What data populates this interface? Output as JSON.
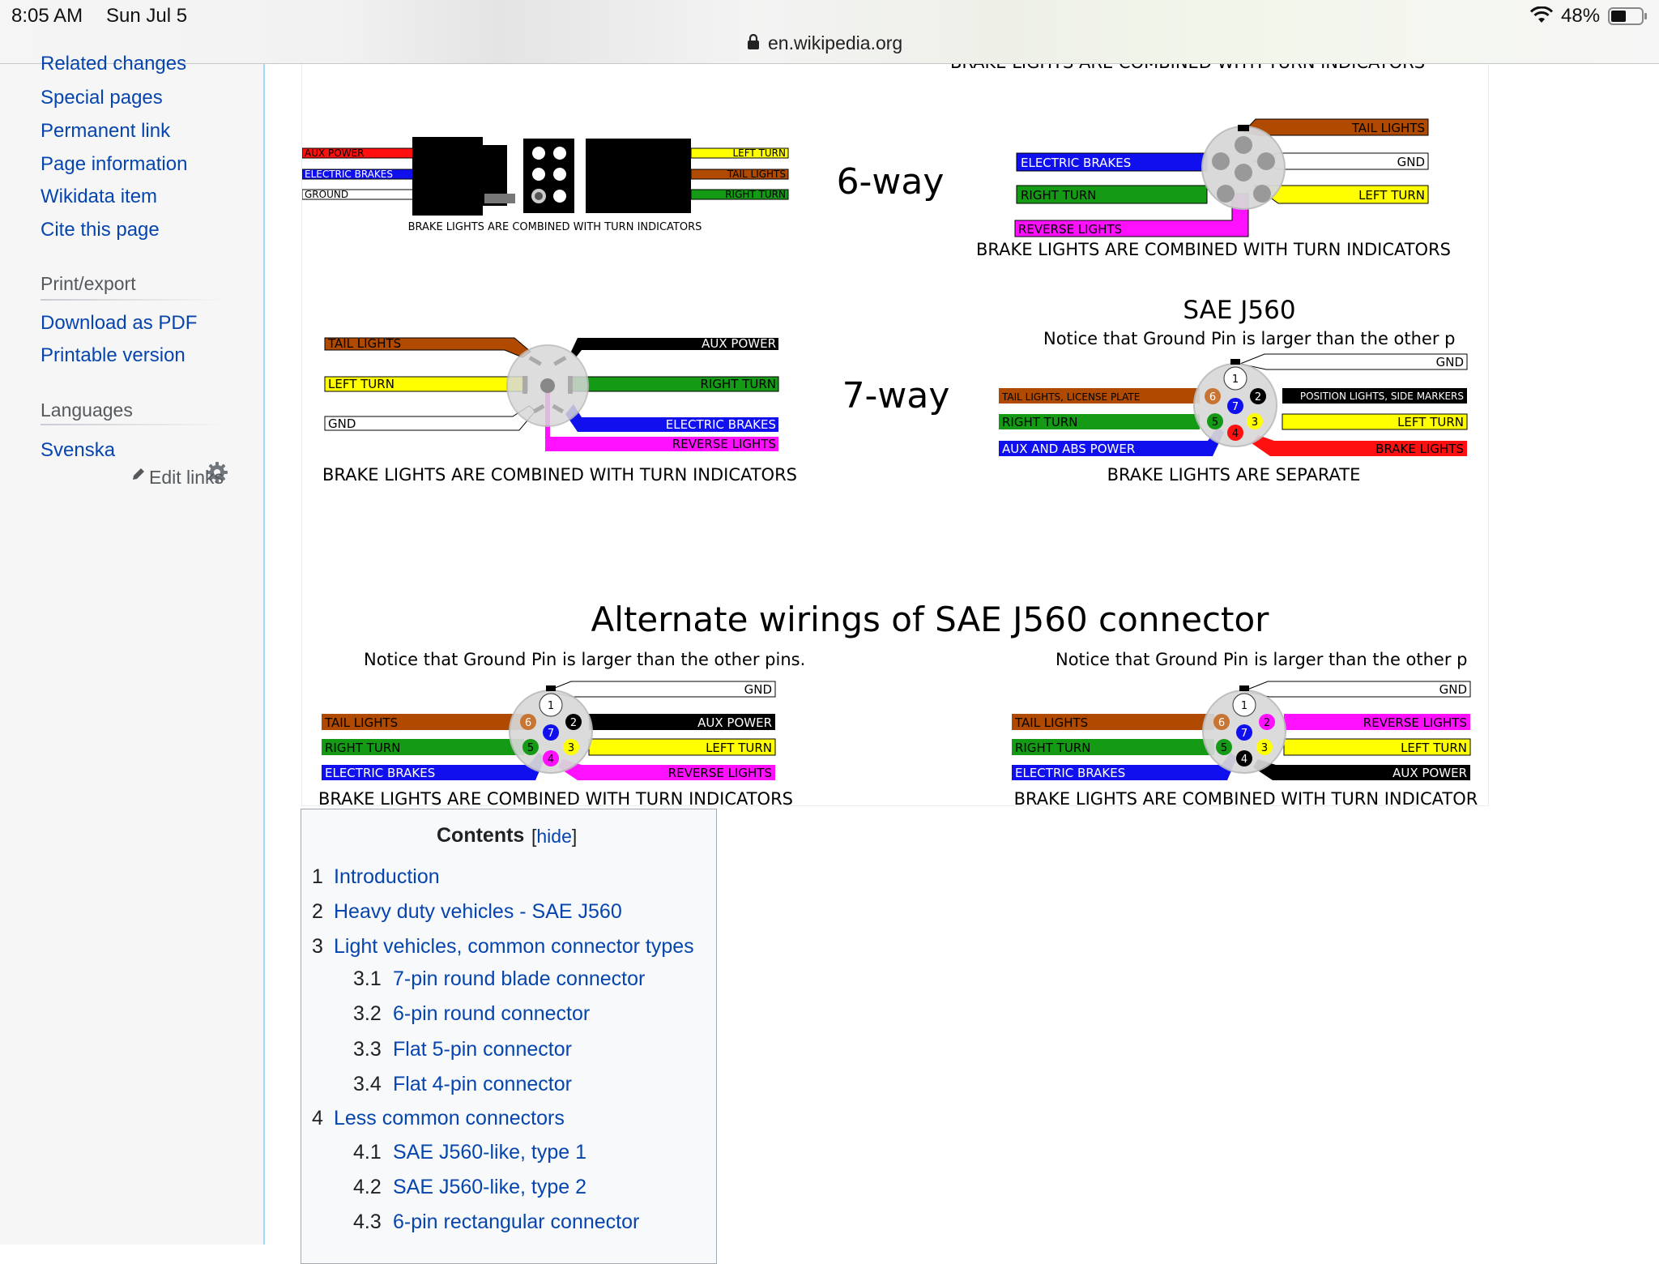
{
  "status_bar": {
    "time": "8:05 AM",
    "date": "Sun Jul 5",
    "url": "en.wikipedia.org",
    "battery": "48%"
  },
  "sidebar": {
    "tools": [
      "Related changes",
      "Special pages",
      "Permanent link",
      "Page information",
      "Wikidata item",
      "Cite this page"
    ],
    "print_heading": "Print/export",
    "print_items": [
      "Download as PDF",
      "Printable version"
    ],
    "languages_heading": "Languages",
    "languages": [
      "Svenska"
    ],
    "edit_links": "Edit links"
  },
  "figure": {
    "top_cut_caption": "BRAKE LIGHTS ARE COMBINED WITH TURN INDICATORS",
    "six_way": {
      "label": "6-way",
      "flat_wires": [
        "AUX POWER",
        "ELECTRIC BRAKES",
        "GROUND",
        "LEFT TURN",
        "TAIL LIGHTS",
        "RIGHT TURN"
      ],
      "flat_caption": "BRAKE LIGHTS ARE COMBINED WITH TURN INDICATORS",
      "round_wires": [
        "TAIL LIGHTS",
        "ELECTRIC BRAKES",
        "GND",
        "RIGHT TURN",
        "LEFT TURN",
        "REVERSE LIGHTS"
      ],
      "round_caption": "BRAKE LIGHTS ARE COMBINED WITH TURN INDICATORS"
    },
    "seven_way": {
      "label": "7-way",
      "blade_wires": [
        "TAIL LIGHTS",
        "AUX POWER",
        "LEFT TURN",
        "RIGHT TURN",
        "GND",
        "ELECTRIC BRAKES",
        "REVERSE LIGHTS"
      ],
      "blade_caption": "BRAKE LIGHTS ARE COMBINED WITH TURN INDICATORS",
      "sae_title": "SAE J560",
      "sae_note": "Notice that Ground Pin is larger than the other p",
      "sae_wires": [
        "GND",
        "TAIL LIGHTS, LICENSE PLATE",
        "POSITION LIGHTS, SIDE MARKERS",
        "RIGHT TURN",
        "LEFT TURN",
        "AUX AND ABS POWER",
        "BRAKE LIGHTS"
      ],
      "sae_caption": "BRAKE LIGHTS ARE SEPARATE"
    },
    "alternate": {
      "title": "Alternate wirings of SAE J560 connector",
      "left_note": "Notice that Ground Pin is larger than the other pins.",
      "left_wires": [
        "GND",
        "TAIL LIGHTS",
        "AUX POWER",
        "RIGHT TURN",
        "LEFT TURN",
        "ELECTRIC BRAKES",
        "REVERSE LIGHTS"
      ],
      "left_caption": "BRAKE LIGHTS ARE COMBINED WITH TURN INDICATORS",
      "right_note": "Notice that Ground Pin is larger than the other p",
      "right_wires": [
        "GND",
        "TAIL LIGHTS",
        "REVERSE LIGHTS",
        "RIGHT TURN",
        "LEFT TURN",
        "ELECTRIC BRAKES",
        "AUX POWER"
      ],
      "right_caption": "BRAKE LIGHTS ARE COMBINED WITH TURN INDICATOR"
    },
    "pin_numbers": [
      "1",
      "2",
      "3",
      "4",
      "5",
      "6",
      "7"
    ]
  },
  "toc": {
    "title": "Contents",
    "toggle_open": "[",
    "toggle": "hide",
    "toggle_close": "]",
    "entries": [
      {
        "num": "1",
        "text": "Introduction",
        "level": 1
      },
      {
        "num": "2",
        "text": "Heavy duty vehicles - SAE J560",
        "level": 1
      },
      {
        "num": "3",
        "text": "Light vehicles, common connector types",
        "level": 1
      },
      {
        "num": "3.1",
        "text": "7-pin round blade connector",
        "level": 2
      },
      {
        "num": "3.2",
        "text": "6-pin round connector",
        "level": 2
      },
      {
        "num": "3.3",
        "text": "Flat 5-pin connector",
        "level": 2
      },
      {
        "num": "3.4",
        "text": "Flat 4-pin connector",
        "level": 2
      },
      {
        "num": "4",
        "text": "Less common connectors",
        "level": 1
      },
      {
        "num": "4.1",
        "text": "SAE J560-like, type 1",
        "level": 2
      },
      {
        "num": "4.2",
        "text": "SAE J560-like, type 2",
        "level": 2
      },
      {
        "num": "4.3",
        "text": "6-pin rectangular connector",
        "level": 2
      }
    ]
  },
  "colors": {
    "link": "#0645ad",
    "brown": "#b04a00",
    "yellow": "#ffff00",
    "green": "#159a15",
    "blue": "#1010ee",
    "red": "#ff1010",
    "magenta": "#ff10ff",
    "black": "#000000"
  }
}
